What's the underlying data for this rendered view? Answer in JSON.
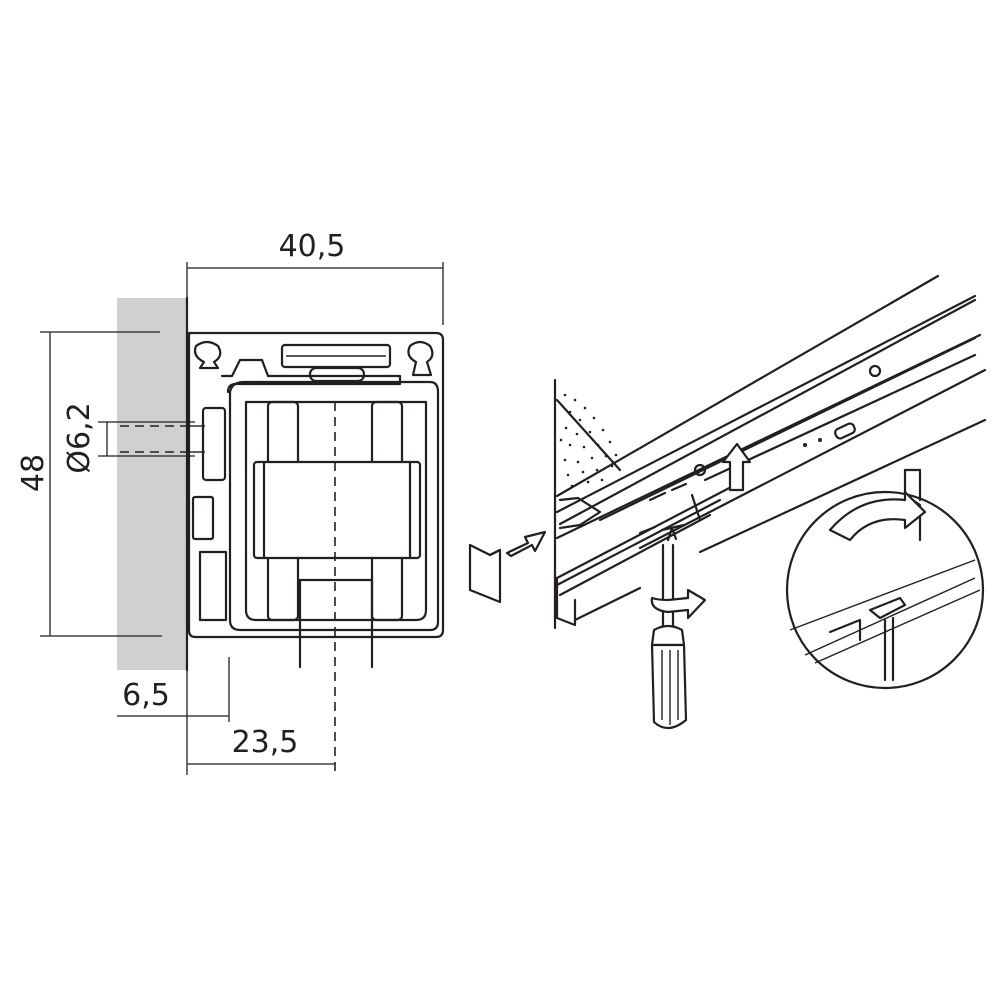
{
  "dimensions": {
    "width_total": "40,5",
    "height_total": "48",
    "hole_diameter": "Ø6,2",
    "wall_offset": "6,5",
    "center_offset": "23,5"
  },
  "colors": {
    "wall_fill": "#cfd0d2",
    "line": "#231f20",
    "background": "#ffffff"
  },
  "icons": [
    "screwdriver-icon",
    "push-arrow-icon",
    "rotate-arrow-icon",
    "lift-arrow-icon",
    "curved-arrow-icon"
  ]
}
